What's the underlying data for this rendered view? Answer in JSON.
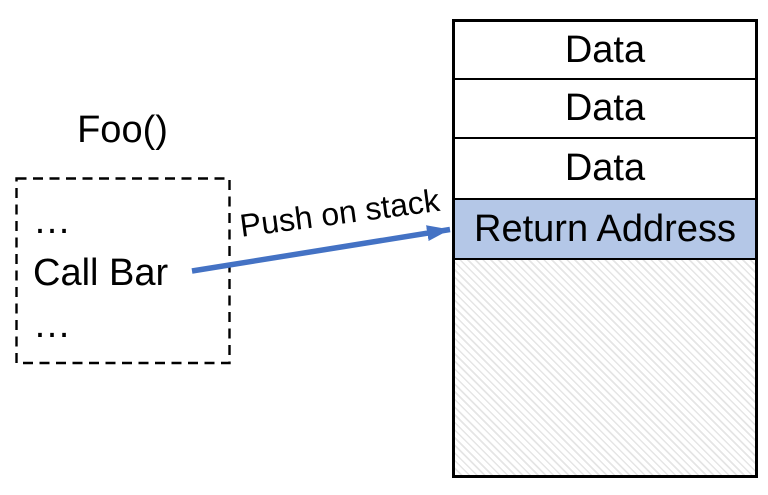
{
  "caller": {
    "title": "Foo()",
    "lines": [
      "…",
      "Call Bar",
      "…"
    ]
  },
  "arrow": {
    "label": "Push on stack"
  },
  "stack": {
    "cells": [
      {
        "label": "Data",
        "type": "data"
      },
      {
        "label": "Data",
        "type": "data"
      },
      {
        "label": "Data",
        "type": "data"
      },
      {
        "label": "Return Address",
        "type": "return-address"
      },
      {
        "label": "",
        "type": "hatched-empty"
      }
    ]
  },
  "colors": {
    "accent_blue": "#4472C4",
    "return_address_fill": "#B4C7E7",
    "hatch_line": "#E5E5E5",
    "border": "#000000"
  }
}
